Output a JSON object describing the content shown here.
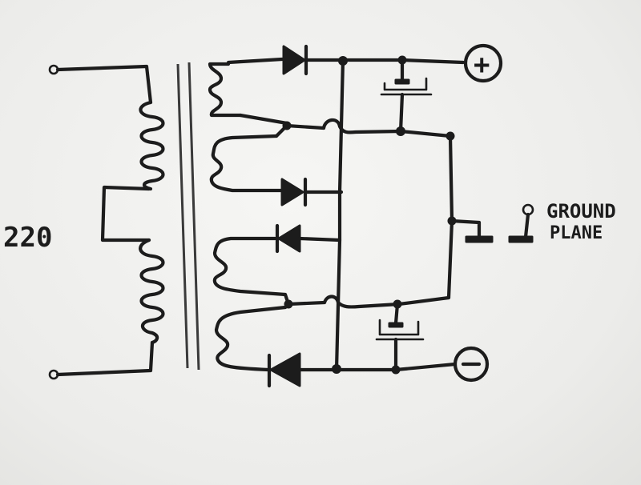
{
  "labels": {
    "input_voltage": "220",
    "ground_line1": "GROUND",
    "ground_line2": "PLANE",
    "positive_terminal": "+",
    "negative_terminal": "−"
  },
  "colors": {
    "ink": "#1c1c1c",
    "paper": "#eeeeec"
  },
  "icons": {
    "positive": "plus-terminal-icon",
    "negative": "minus-terminal-icon",
    "ground": "ground-symbol-icon"
  }
}
